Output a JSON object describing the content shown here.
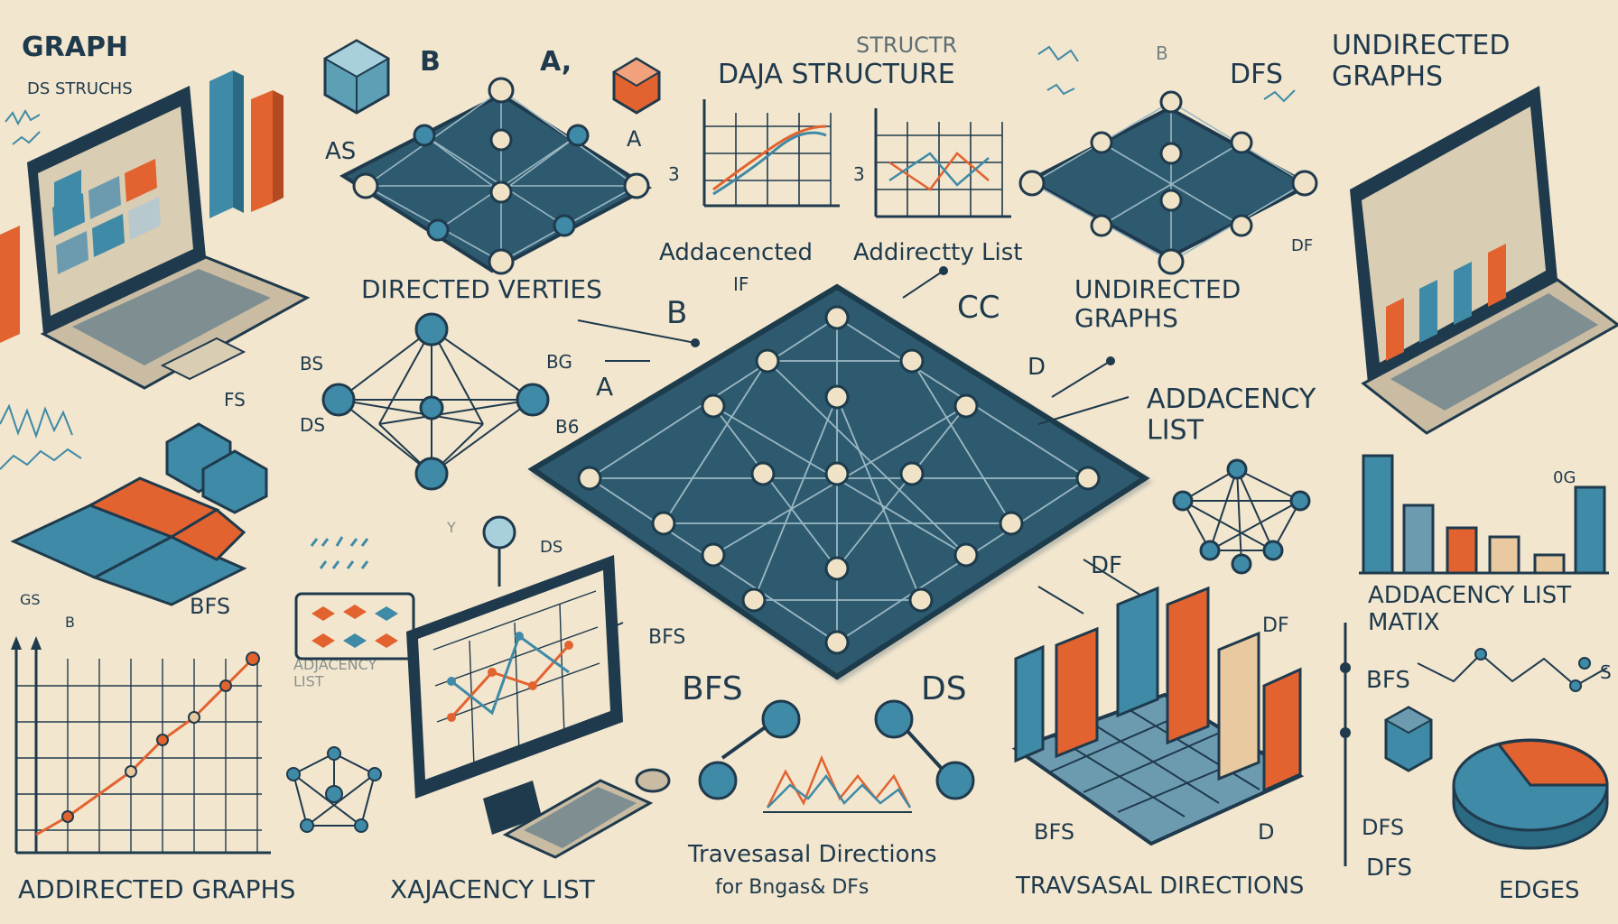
{
  "colors": {
    "background": "#f2e6cf",
    "navy": "#1f3a4c",
    "teal": "#3f8aa6",
    "orange": "#e2632f",
    "node": "#efe2c6",
    "tan": "#e9c9a0"
  },
  "labels": {
    "graph": "GRAPH",
    "ds_struct": "DS STRUCHS",
    "b_top": "B",
    "a_top": "A,",
    "as": "AS",
    "a_right": "A",
    "struct_top": "STRUCTR",
    "data_structure": "DAJA STRUCTURE",
    "b_small": "B",
    "dfs_top": "DFS",
    "undirected_graphs_tr": "UNDIRECTED\nGRAPHS",
    "three_a": "3",
    "three_b": "3",
    "adjacency_left": "Addacencted",
    "adjacency_right": "Addirectty List",
    "directed_verties": "DIRECTED VERTIES",
    "if_label": "IF",
    "b_mid": "B",
    "cc": "CC",
    "undirected_graphs_mid": "UNDIRECTED\nGRAPHS",
    "df_right": "DF",
    "bs_left": "BS",
    "bg_right": "BG",
    "fs": "FS",
    "ds_left": "DS",
    "bs_lower": "B6",
    "a_center": "A",
    "d_center": "D",
    "addacency_list_right": "ADDACENCY\nLIST",
    "ds_mid": "DS",
    "y_small": "Y",
    "gs_small": "GS",
    "b_small2": "B",
    "bfs_left": "BFS",
    "adjacency_list_small": "ADJACENCY\nLIST",
    "bfs_mid": "BFS",
    "bfs_big": "BFS",
    "ds_big": "DS",
    "df_mid": "DF",
    "df_mid2": "DF",
    "addacency_list_matrix": "ADDACENCY LIST\nMATIX",
    "oq": "0G",
    "bfs_right": "BFS",
    "s_right": "S",
    "addirected_graphs": "ADDIRECTED GRAPHS",
    "adjacency_list_bottom": "XAJACENCY LIST",
    "traversal_directions_1": "Travesasal Directions",
    "traversal_directions_sub": "for  Bngas& DFs",
    "bfs_bottom": "BFS",
    "d_bottom": "D",
    "traversal_directions_2": "TRAVSASAL DIRECTIONS",
    "dfs_bottom_1": "DFS",
    "dfs_bottom_2": "DFS",
    "edges": "EDGES"
  }
}
